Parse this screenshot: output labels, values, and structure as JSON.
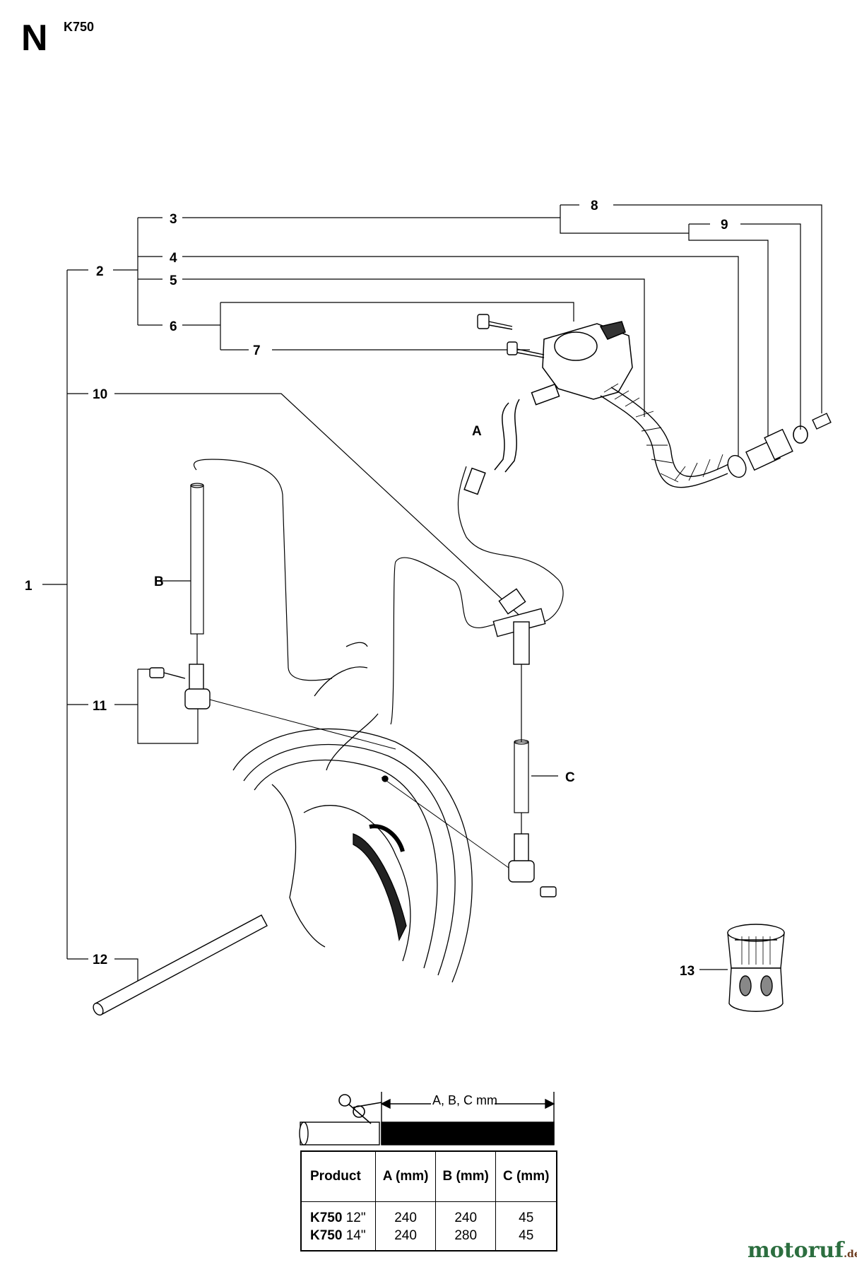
{
  "header": {
    "section": "N",
    "model": "K750"
  },
  "callouts": [
    "1",
    "2",
    "3",
    "4",
    "5",
    "6",
    "7",
    "8",
    "9",
    "10",
    "11",
    "12",
    "13"
  ],
  "hose_labels": {
    "a": "A",
    "b": "B",
    "c": "C"
  },
  "cut_diagram": {
    "label": "A, B, C mm"
  },
  "table": {
    "headers": [
      "Product",
      "A (mm)",
      "B (mm)",
      "C (mm)"
    ],
    "rows": [
      {
        "model": "K750",
        "size": "12\"",
        "a": "240",
        "b": "240",
        "c": "45"
      },
      {
        "model": "K750",
        "size": "14\"",
        "a": "240",
        "b": "280",
        "c": "45"
      }
    ]
  },
  "watermark": {
    "brand": "motoruf",
    "tld": ".de"
  }
}
